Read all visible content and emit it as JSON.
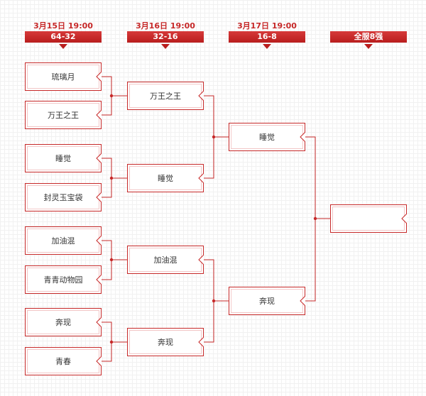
{
  "colors": {
    "accent": "#c62828",
    "line": "#c62828",
    "text": "#333333"
  },
  "rounds": [
    {
      "date": "3月15日  19:00",
      "label": "64-32"
    },
    {
      "date": "3月16日  19:00",
      "label": "32-16"
    },
    {
      "date": "3月17日  19:00",
      "label": "16-8"
    },
    {
      "date": "",
      "label": "全服8强"
    }
  ],
  "bracket": {
    "round1": [
      "琉璃月",
      "万王之王",
      "睡觉",
      "封灵玉宝袋",
      "加油混",
      "青青动物园",
      "奔现",
      "青春"
    ],
    "round2": [
      "万王之王",
      "睡觉",
      "加油混",
      "奔现"
    ],
    "round3": [
      "睡觉",
      "奔现"
    ],
    "round4": [
      ""
    ]
  }
}
